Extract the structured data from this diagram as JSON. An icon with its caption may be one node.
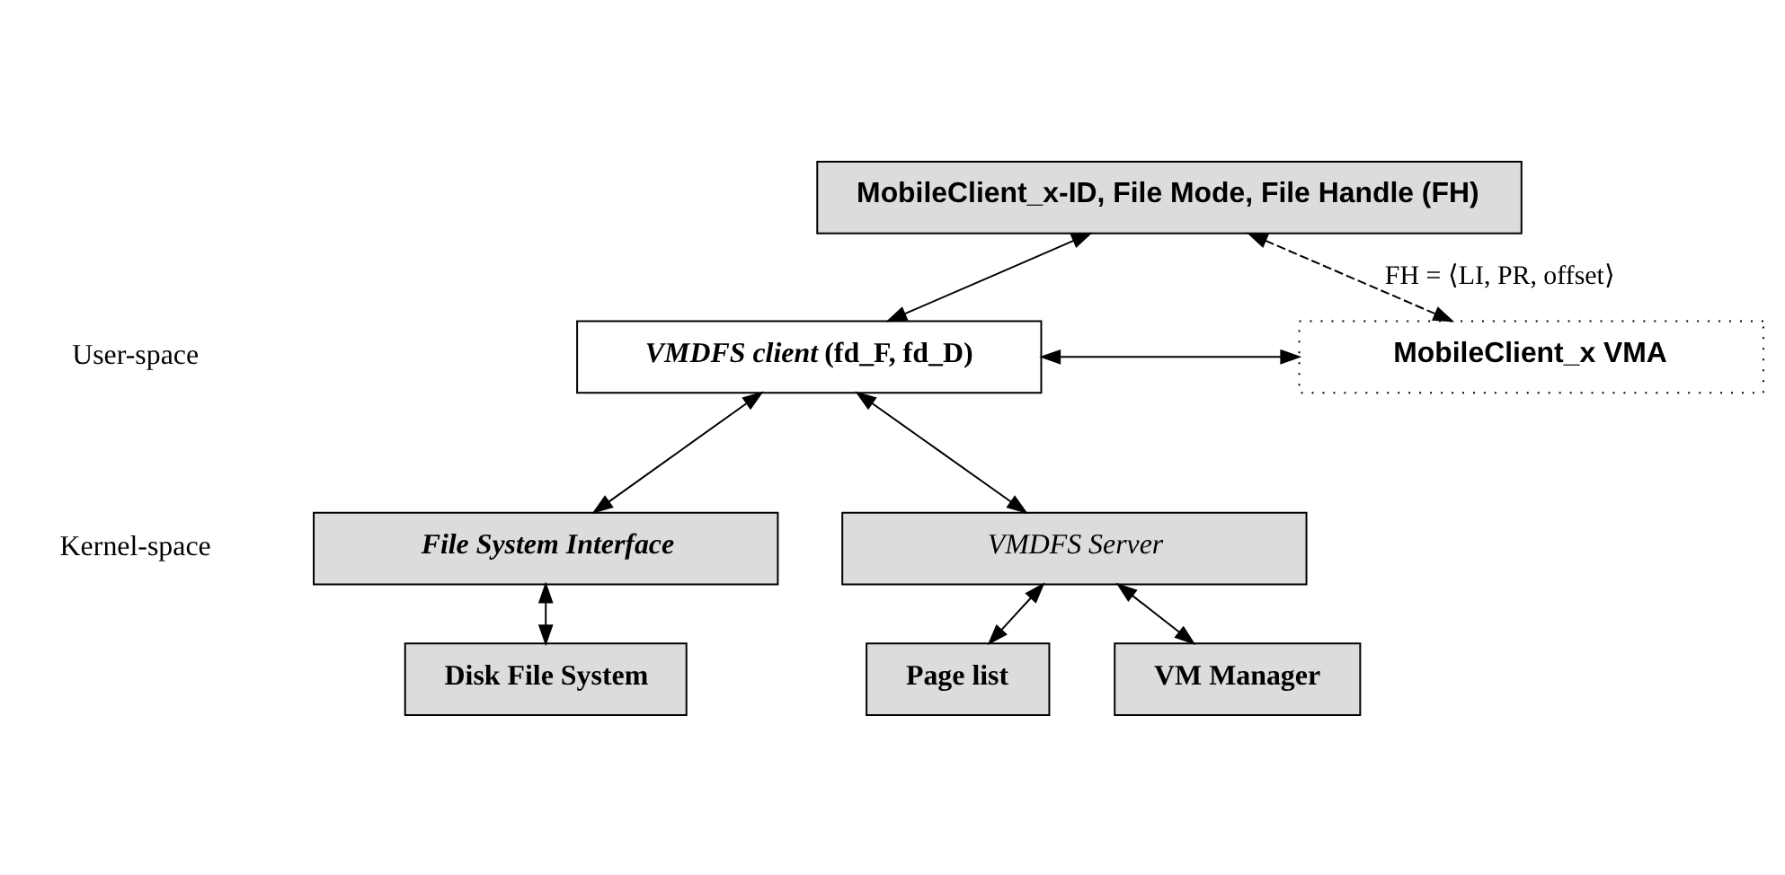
{
  "diagram": {
    "nodes": [
      {
        "text": [
          "MobileClient_x-ID, File Mode, File Handle (FH)"
        ]
      },
      {
        "text": [
          "*VMDFS client* (fd_F, fd_D)"
        ]
      },
      {
        "text": [
          "MobileClient_x VMA"
        ]
      },
      {
        "text": [
          "File System Interface"
        ]
      },
      {
        "text": [
          "VMDFS Server"
        ]
      },
      {
        "text": [
          "Disk File System"
        ]
      },
      {
        "text": [
          "Page list"
        ]
      },
      {
        "text": [
          "VM Manager"
        ]
      }
    ],
    "edges": [
      {
        "from": 0,
        "to": 1,
        "arrow": "both"
      },
      {
        "from": 0,
        "to": 2,
        "arrow": "both",
        "style": "dashed",
        "label": "FH = ⟨LI, PR, offset⟩"
      },
      {
        "from": 1,
        "to": 2,
        "arrow": "both"
      },
      {
        "from": 1,
        "to": 3,
        "arrow": "both"
      },
      {
        "from": 1,
        "to": 4,
        "arrow": "both"
      },
      {
        "from": 3,
        "to": 5,
        "arrow": "both"
      },
      {
        "from": 4,
        "to": 6,
        "arrow": "both"
      },
      {
        "from": 4,
        "to": 7,
        "arrow": "both"
      }
    ],
    "labels": [
      "User-space",
      "Kernel-space"
    ]
  }
}
